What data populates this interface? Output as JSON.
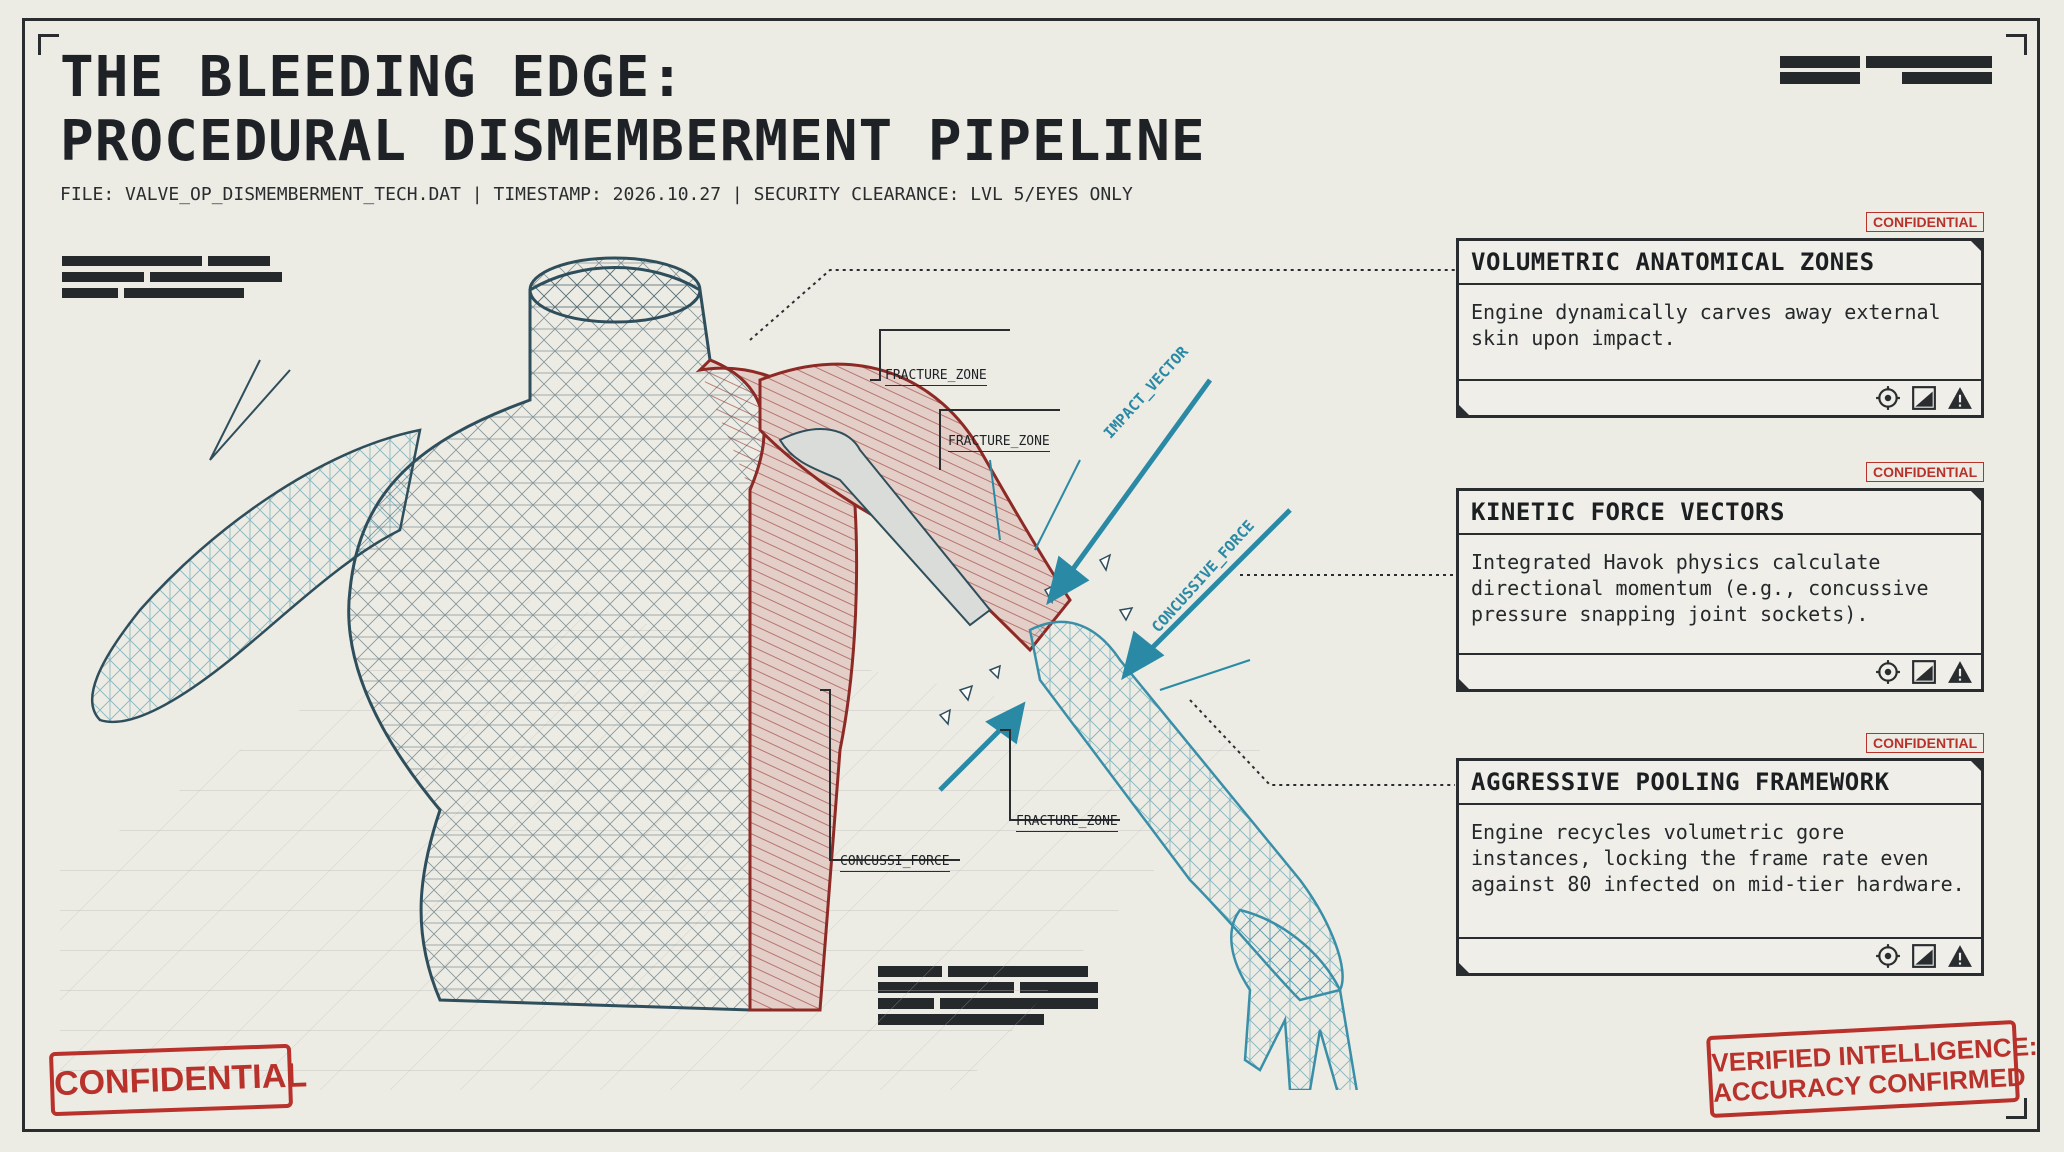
{
  "title": {
    "line1": "THE BLEEDING EDGE:",
    "line2": "PROCEDURAL DISMEMBERMENT PIPELINE"
  },
  "meta": "FILE: VALVE_OP_DISMEMBERMENT_TECH.DAT | TIMESTAMP: 2026.10.27 | SECURITY CLEARANCE: LVL 5/EYES ONLY",
  "figure_labels": {
    "fracture_zone_1": "FRACTURE_ZONE",
    "fracture_zone_2": "FRACTURE_ZONE",
    "fracture_zone_3": "FRACTURE_ZONE",
    "concussive_label": "CONCUSSI_FORCE",
    "impact_vector": "IMPACT_VECTOR",
    "concussive_force": "CONCUSSIVE_FORCE"
  },
  "panels": [
    {
      "tag": "CONFIDENTIAL",
      "title": "VOLUMETRIC ANATOMICAL ZONES",
      "body": "Engine dynamically carves away external skin upon impact."
    },
    {
      "tag": "CONFIDENTIAL",
      "title": "KINETIC FORCE VECTORS",
      "body": "Integrated Havok physics calculate directional momentum (e.g., concussive pressure snapping joint sockets)."
    },
    {
      "tag": "CONFIDENTIAL",
      "title": "AGGRESSIVE POOLING FRAMEWORK",
      "body": "Engine recycles volumetric gore instances, locking the frame rate even against 80 infected on mid-tier hardware."
    }
  ],
  "panel_icons": [
    "gear-icon",
    "chart-icon",
    "warning-icon"
  ],
  "stamps": {
    "left": "CONFIDENTIAL",
    "right_line1": "VERIFIED INTELLIGENCE:",
    "right_line2": "ACCURACY CONFIRMED"
  },
  "colors": {
    "stamp_red": "#b8312a",
    "wire_blue": "#2a8aa6",
    "muscle_red": "#8e2a25",
    "ink": "#2a2d30"
  }
}
